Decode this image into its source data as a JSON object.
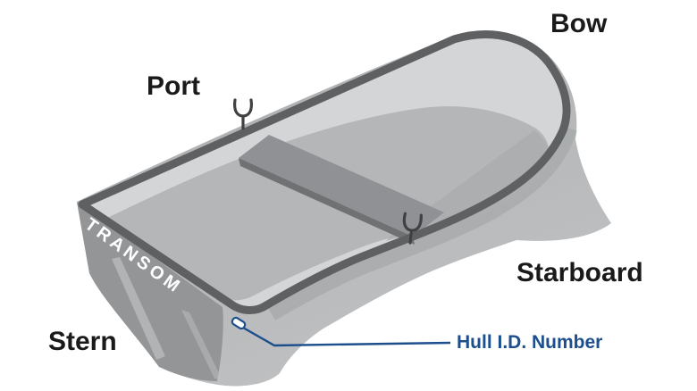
{
  "figure": {
    "background": "#ffffff",
    "labels": {
      "bow": "Bow",
      "port": "Port",
      "starboard": "Starboard",
      "stern": "Stern",
      "transom": "TRANSOM",
      "hull_id": "Hull I.D. Number"
    },
    "icons": [
      "port-oarlock",
      "starboard-oarlock",
      "hull-id-plate"
    ],
    "colors": {
      "label_text": "#1a1a1a",
      "callout_blue": "#1d4f8d",
      "rim": "#5e6062",
      "hull_outer_top": "#a9abad",
      "hull_outer_bottom": "#c0c1c3",
      "inner_wall": "#d3d5d7",
      "floor": "#b4b6b8",
      "floor_shade": "#a9abad",
      "seat_top": "#8f9194",
      "seat_edge": "#6f7173",
      "transom_face": "#939597",
      "transom_text": "#ffffff",
      "oarlock": "#3f4143",
      "plate_fill": "#ffffff"
    }
  }
}
